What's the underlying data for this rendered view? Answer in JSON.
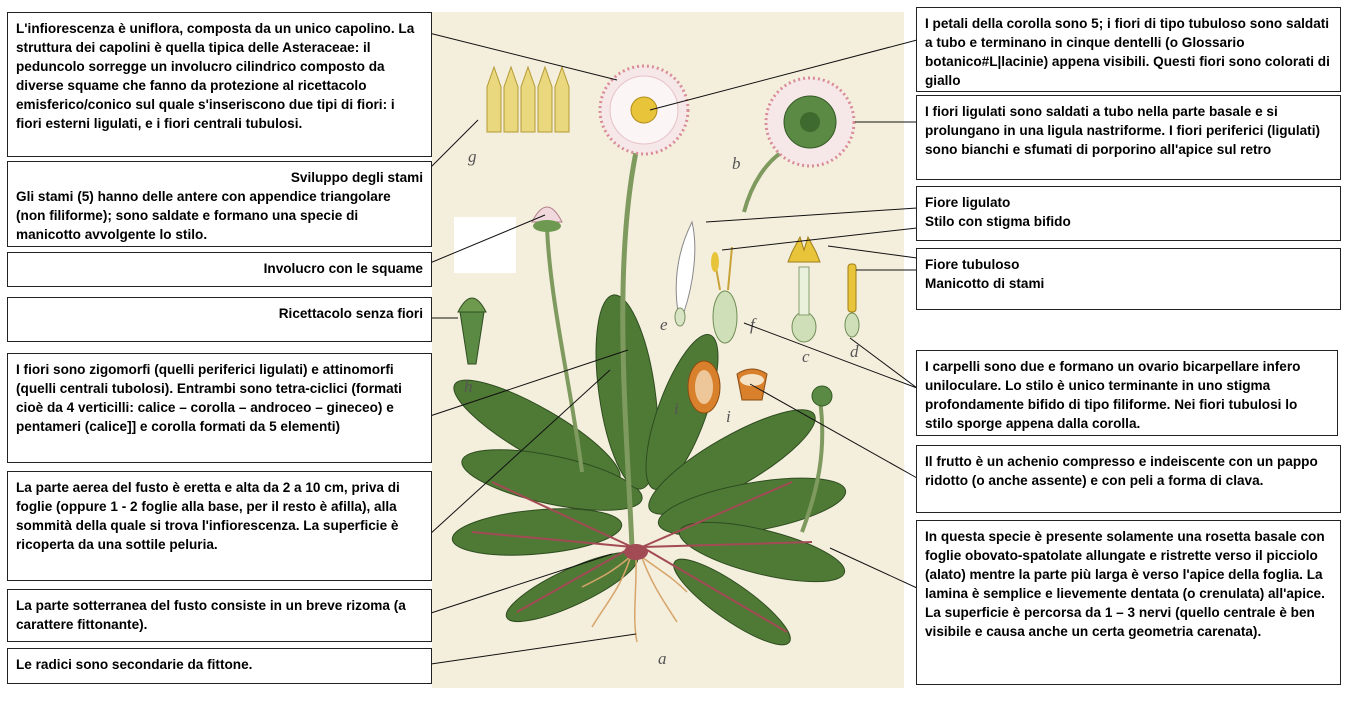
{
  "annotations": {
    "infiorescenza": "L'infiorescenza è uniflora, composta da un unico capolino. La struttura dei capolini è quella tipica delle Asteraceae: il peduncolo sorregge un involucro cilindrico composto da diverse squame che fanno da protezione al ricettacolo emisferico/conico sul quale s'inseriscono due tipi di fiori: i fiori esterni ligulati, e i fiori  centrali tubulosi.",
    "stami_title": "Sviluppo degli stami",
    "stami_text": "Gli stami (5) hanno delle antere con appendice triangolare (non filiforme); sono saldate e formano una specie di manicotto avvolgente lo stilo.",
    "involucro": "Involucro con le squame",
    "ricettacolo": "Ricettacolo senza fiori",
    "fiori_simmetria": "I fiori sono zigomorfi (quelli periferici ligulati) e attinomorfi (quelli centrali tubolosi). Entrambi sono tetra-ciclici (formati cioè da 4 verticilli: calice – corolla – androceo – gineceo) e pentameri (calice]] e corolla formati da 5 elementi)",
    "fusto_aereo": "La parte aerea del fusto è eretta e alta da 2 a 10 cm, priva di foglie (oppure 1 - 2 foglie alla base, per il resto è afilla), alla sommità della quale si trova l'infiorescenza. La superficie è ricoperta da una sottile peluria.",
    "fusto_sotterraneo": "La parte sotterranea del fusto consiste in un breve rizoma (a carattere fittonante).",
    "radici": "Le radici sono secondarie da fittone.",
    "petali": "I petali della corolla sono 5; i fiori di tipo tubuloso sono saldati a tubo e terminano in cinque dentelli (o Glossario botanico#L|lacinie) appena visibili. Questi fiori sono colorati di giallo",
    "ligulati": "I fiori ligulati sono saldati a tubo nella parte basale e si prolungano in una ligula nastriforme. I fiori periferici (ligulati) sono bianchi e sfumati di porporino all'apice sul retro",
    "fiore_ligulato_1": "Fiore ligulato",
    "fiore_ligulato_2": "Stilo con stigma bifido",
    "fiore_tubuloso_1": "Fiore tubuloso",
    "fiore_tubuloso_2": "Manicotto di stami",
    "carpelli": "I carpelli sono due e formano un ovario bicarpellare infero uniloculare. Lo stilo è unico terminante in uno stigma profondamente bifido di tipo filiforme. Nei fiori tubulosi lo stilo sporge appena dalla corolla.",
    "frutto": "Il frutto è un achenio compresso e indeiscente con un pappo ridotto (o anche assente) e con peli a forma di clava.",
    "rosetta": "In questa specie è presente solamente una rosetta basale con foglie obovato-spatolate allungate e ristrette verso il picciolo (alato) mentre la parte più larga è verso l'apice della foglia. La lamina è semplice e lievemente dentata (o crenulata) all'apice. La superficie è percorsa da 1 – 3 nervi (quello centrale è ben visibile e causa anche un certa geometria carenata)."
  },
  "figure_labels": {
    "a": "a",
    "b": "b",
    "c": "c",
    "d": "d",
    "e": "e",
    "f": "f",
    "g": "g",
    "h": "h",
    "i1": "i",
    "i2": "i"
  },
  "colors": {
    "plate_bg": "#f4eedd",
    "leaf": "#4f7a36",
    "petal": "#f6e8e8",
    "petal_tip": "#d98c98",
    "disc": "#e7c43a",
    "stem": "#7f9a5f"
  }
}
